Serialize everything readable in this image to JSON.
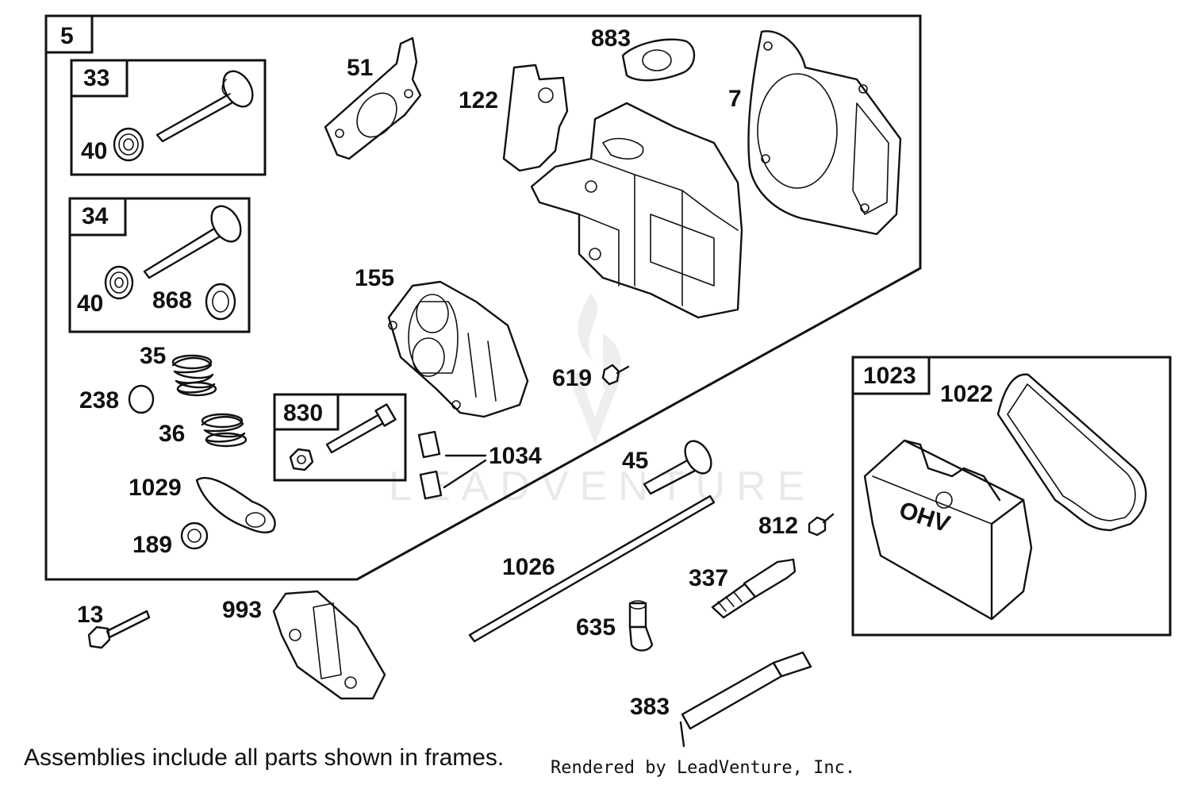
{
  "watermark": {
    "text": "LEADVENTURE"
  },
  "frames": {
    "main": "5",
    "valve_intake": "33",
    "valve_exhaust": "34",
    "breather": "830",
    "cover": "1023"
  },
  "parts": {
    "p40a": "40",
    "p40b": "40",
    "p868": "868",
    "p51": "51",
    "p122": "122",
    "p883": "883",
    "p7": "7",
    "p155": "155",
    "p619": "619",
    "p35": "35",
    "p238": "238",
    "p36": "36",
    "p1029": "1029",
    "p189": "189",
    "p1034": "1034",
    "p45": "45",
    "p812": "812",
    "p1022": "1022",
    "p1026": "1026",
    "p337": "337",
    "p635": "635",
    "p13": "13",
    "p993": "993",
    "p383": "383"
  },
  "footer": {
    "note": "Assemblies include all parts shown in frames.",
    "credit": "Rendered by LeadVenture, Inc."
  }
}
